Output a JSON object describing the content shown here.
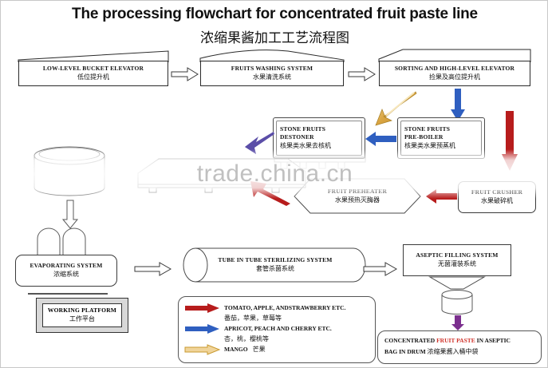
{
  "title": {
    "english": "The processing flowchart for concentrated fruit paste line",
    "chinese": "浓缩果酱加工工艺流程图"
  },
  "watermark": {
    "text": "trade.china.cn"
  },
  "colors": {
    "red_arrow": "#b71c1c",
    "blue_arrow": "#2f5fc0",
    "gold_arrow": "#d9a441",
    "purple_arrow": "#5b4ea8",
    "outline_arrow": "#3a3a3a",
    "highlight_text": "#d0342c"
  },
  "nodes": {
    "low_level_bucket_elevator": {
      "en": "LOW-LEVEL BUCKET ELEVATOR",
      "cn": "低位提升机"
    },
    "fruits_washing_system": {
      "en": "FRUITS WASHING SYSTEM",
      "cn": "水果清洗系统"
    },
    "sorting_high_level_elevator": {
      "en": "SORTING AND HIGH-LEVEL ELEVATOR",
      "cn": "捡果及高位提升机"
    },
    "stone_fruits_destoner": {
      "en1": "STONE FRUITS",
      "en2": "DESTONER",
      "cn": "核果类水果去核机"
    },
    "stone_fruits_pre_boiler": {
      "en1": "STONE FRUITS",
      "en2": "PRE-BOILER",
      "cn": "核果类水果预蒸机"
    },
    "fruit_crusher": {
      "en": "FRUIT CRUSHER",
      "cn": "水果破碎机"
    },
    "fruit_preheater": {
      "en": "FRUIT PREHEATER",
      "cn": "水果预热灭酶器"
    },
    "evaporating_system": {
      "en": "EVAPORATING SYSTEM",
      "cn": "浓缩系统"
    },
    "working_platform": {
      "en": "WORKING PLATFORM",
      "cn": "工作平台"
    },
    "tube_in_tube_sterilizing_system": {
      "en": "TUBE IN TUBE STERILIZING SYSTEM",
      "cn": "套管杀菌系统"
    },
    "aseptic_filling_system": {
      "en": "ASEPTIC FILLING SYSTEM",
      "cn": "无菌灌装系统"
    }
  },
  "final_product": {
    "line1_a": "CONCENTRATED ",
    "line1_hl": "FRUIT  PASTE",
    "line1_b": "  IN  ASEPTIC",
    "line2_en": "BAG IN DRUM ",
    "line2_cn": "浓缩果酱入桶中袋"
  },
  "legend": {
    "items": [
      {
        "color": "red",
        "en": "TOMATO, APPLE, ANDSTRAWBERRY ETC.",
        "cn": "番茄，苹果，草莓等"
      },
      {
        "color": "blue",
        "en": "APRICOT, PEACH AND CHERRY ETC.",
        "cn": "杏，桃，樱桃等"
      },
      {
        "color": "gold",
        "en": "MANGO",
        "cn": "芒果"
      }
    ]
  }
}
